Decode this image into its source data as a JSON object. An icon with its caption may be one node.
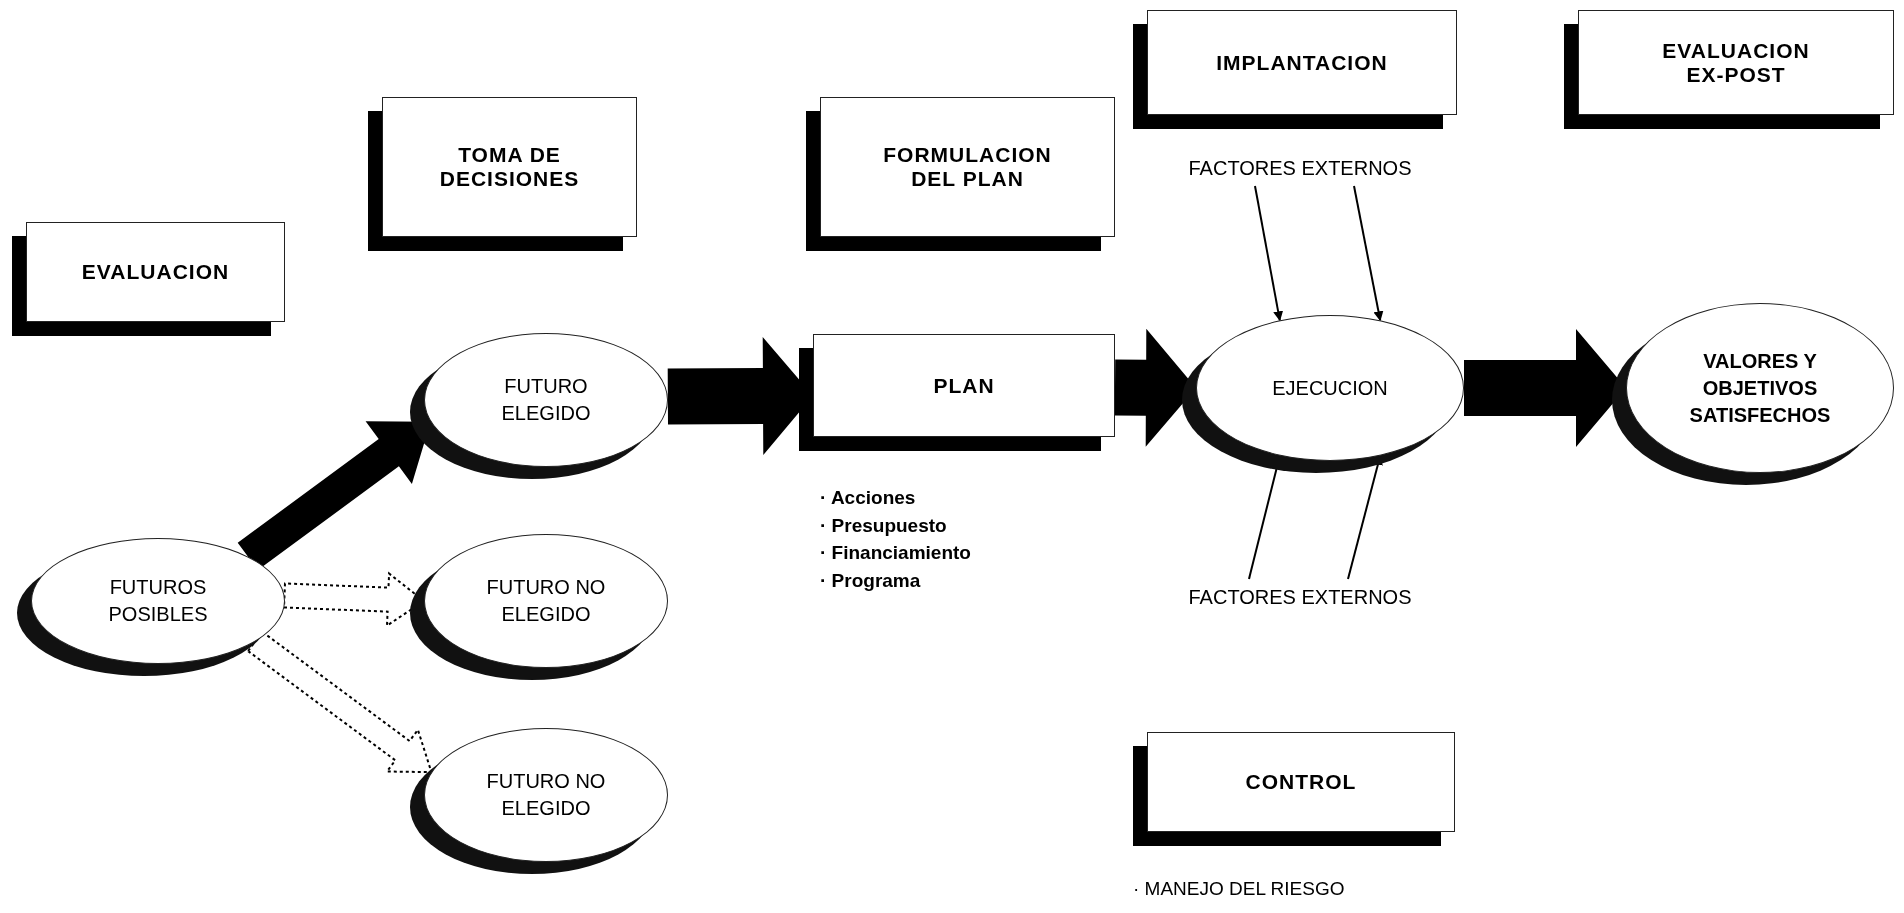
{
  "diagram": {
    "nodes": [
      {
        "text": [
          "IMPLANTACION"
        ]
      },
      {
        "text": [
          "EVALUACION EX-POST"
        ]
      },
      {
        "text": [
          "TOMA DE DECISIONES"
        ]
      },
      {
        "text": [
          "FORMULACION DEL PLAN"
        ]
      },
      {
        "text": [
          "FACTORES EXTERNOS"
        ]
      },
      {
        "text": [
          "EVALUACION"
        ]
      },
      {
        "text": [
          "FUTURO ELEGIDO"
        ]
      },
      {
        "text": [
          "PLAN"
        ],
        "beside": [
          "· Acciones",
          "· Presupuesto",
          "· Financiamiento",
          "· Programa"
        ]
      },
      {
        "text": [
          "EJECUCION"
        ]
      },
      {
        "text": [
          "VALORES Y OBJETIVOS SATISFECHOS"
        ]
      },
      {
        "text": [
          "FUTUROS POSIBLES"
        ]
      },
      {
        "text": [
          "FUTURO NO ELEGIDO"
        ]
      },
      {
        "text": [
          "FACTORES EXTERNOS"
        ]
      },
      {
        "text": [
          "FUTURO NO ELEGIDO"
        ]
      },
      {
        "text": [
          "CONTROL"
        ],
        "beside": [
          "· MANEJO DEL RIESGO"
        ]
      }
    ],
    "edges": [
      {
        "from": 10,
        "to": 6,
        "arrow": "to",
        "style": "thick"
      },
      {
        "from": 10,
        "to": 11,
        "arrow": "to",
        "style": "dashed"
      },
      {
        "from": 10,
        "to": 13,
        "arrow": "to",
        "style": "dashed"
      },
      {
        "from": 6,
        "to": 7,
        "arrow": "to",
        "style": "thick"
      },
      {
        "from": 7,
        "to": 8,
        "arrow": "to",
        "style": "thick"
      },
      {
        "from": 8,
        "to": 9,
        "arrow": "to",
        "style": "thick"
      },
      {
        "from": 4,
        "to": 8,
        "arrow": "to"
      },
      {
        "from": 4,
        "to": 8,
        "arrow": "to"
      },
      {
        "from": 12,
        "to": 8,
        "arrow": "to"
      },
      {
        "from": 12,
        "to": 8,
        "arrow": "to"
      }
    ]
  }
}
